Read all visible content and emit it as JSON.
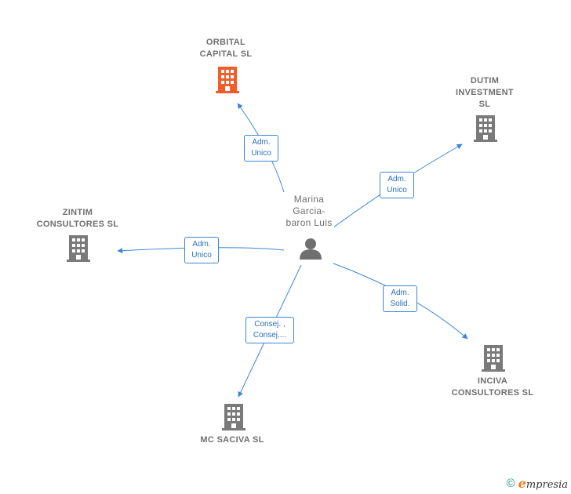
{
  "person": {
    "name": "Marina\nGarcia-\nbaron Luis"
  },
  "companies": {
    "orbital": {
      "name": "ORBITAL\nCAPITAL  SL",
      "color": "#f25d2c"
    },
    "dutim": {
      "name": "DUTIM\nINVESTMENT\nSL",
      "color": "#7a7a7a"
    },
    "zintim": {
      "name": "ZINTIM\nCONSULTORES SL",
      "color": "#7a7a7a"
    },
    "inciva": {
      "name": "INCIVA\nCONSULTORES SL",
      "color": "#7a7a7a"
    },
    "mcsaciva": {
      "name": "MC SACIVA SL",
      "color": "#7a7a7a"
    }
  },
  "edges": {
    "orbital": "Adm.\nUnico",
    "dutim": "Adm.\nUnico",
    "zintim": "Adm.\nUnico",
    "inciva": "Adm.\nSolid.",
    "mcsaciva": "Consej. ,\nConsej...."
  },
  "colors": {
    "edge": "#3b86d6",
    "person": "#6f6f6f"
  },
  "footer": {
    "copyright": "©",
    "brand_initial": "e",
    "brand_rest": "mpresia"
  }
}
